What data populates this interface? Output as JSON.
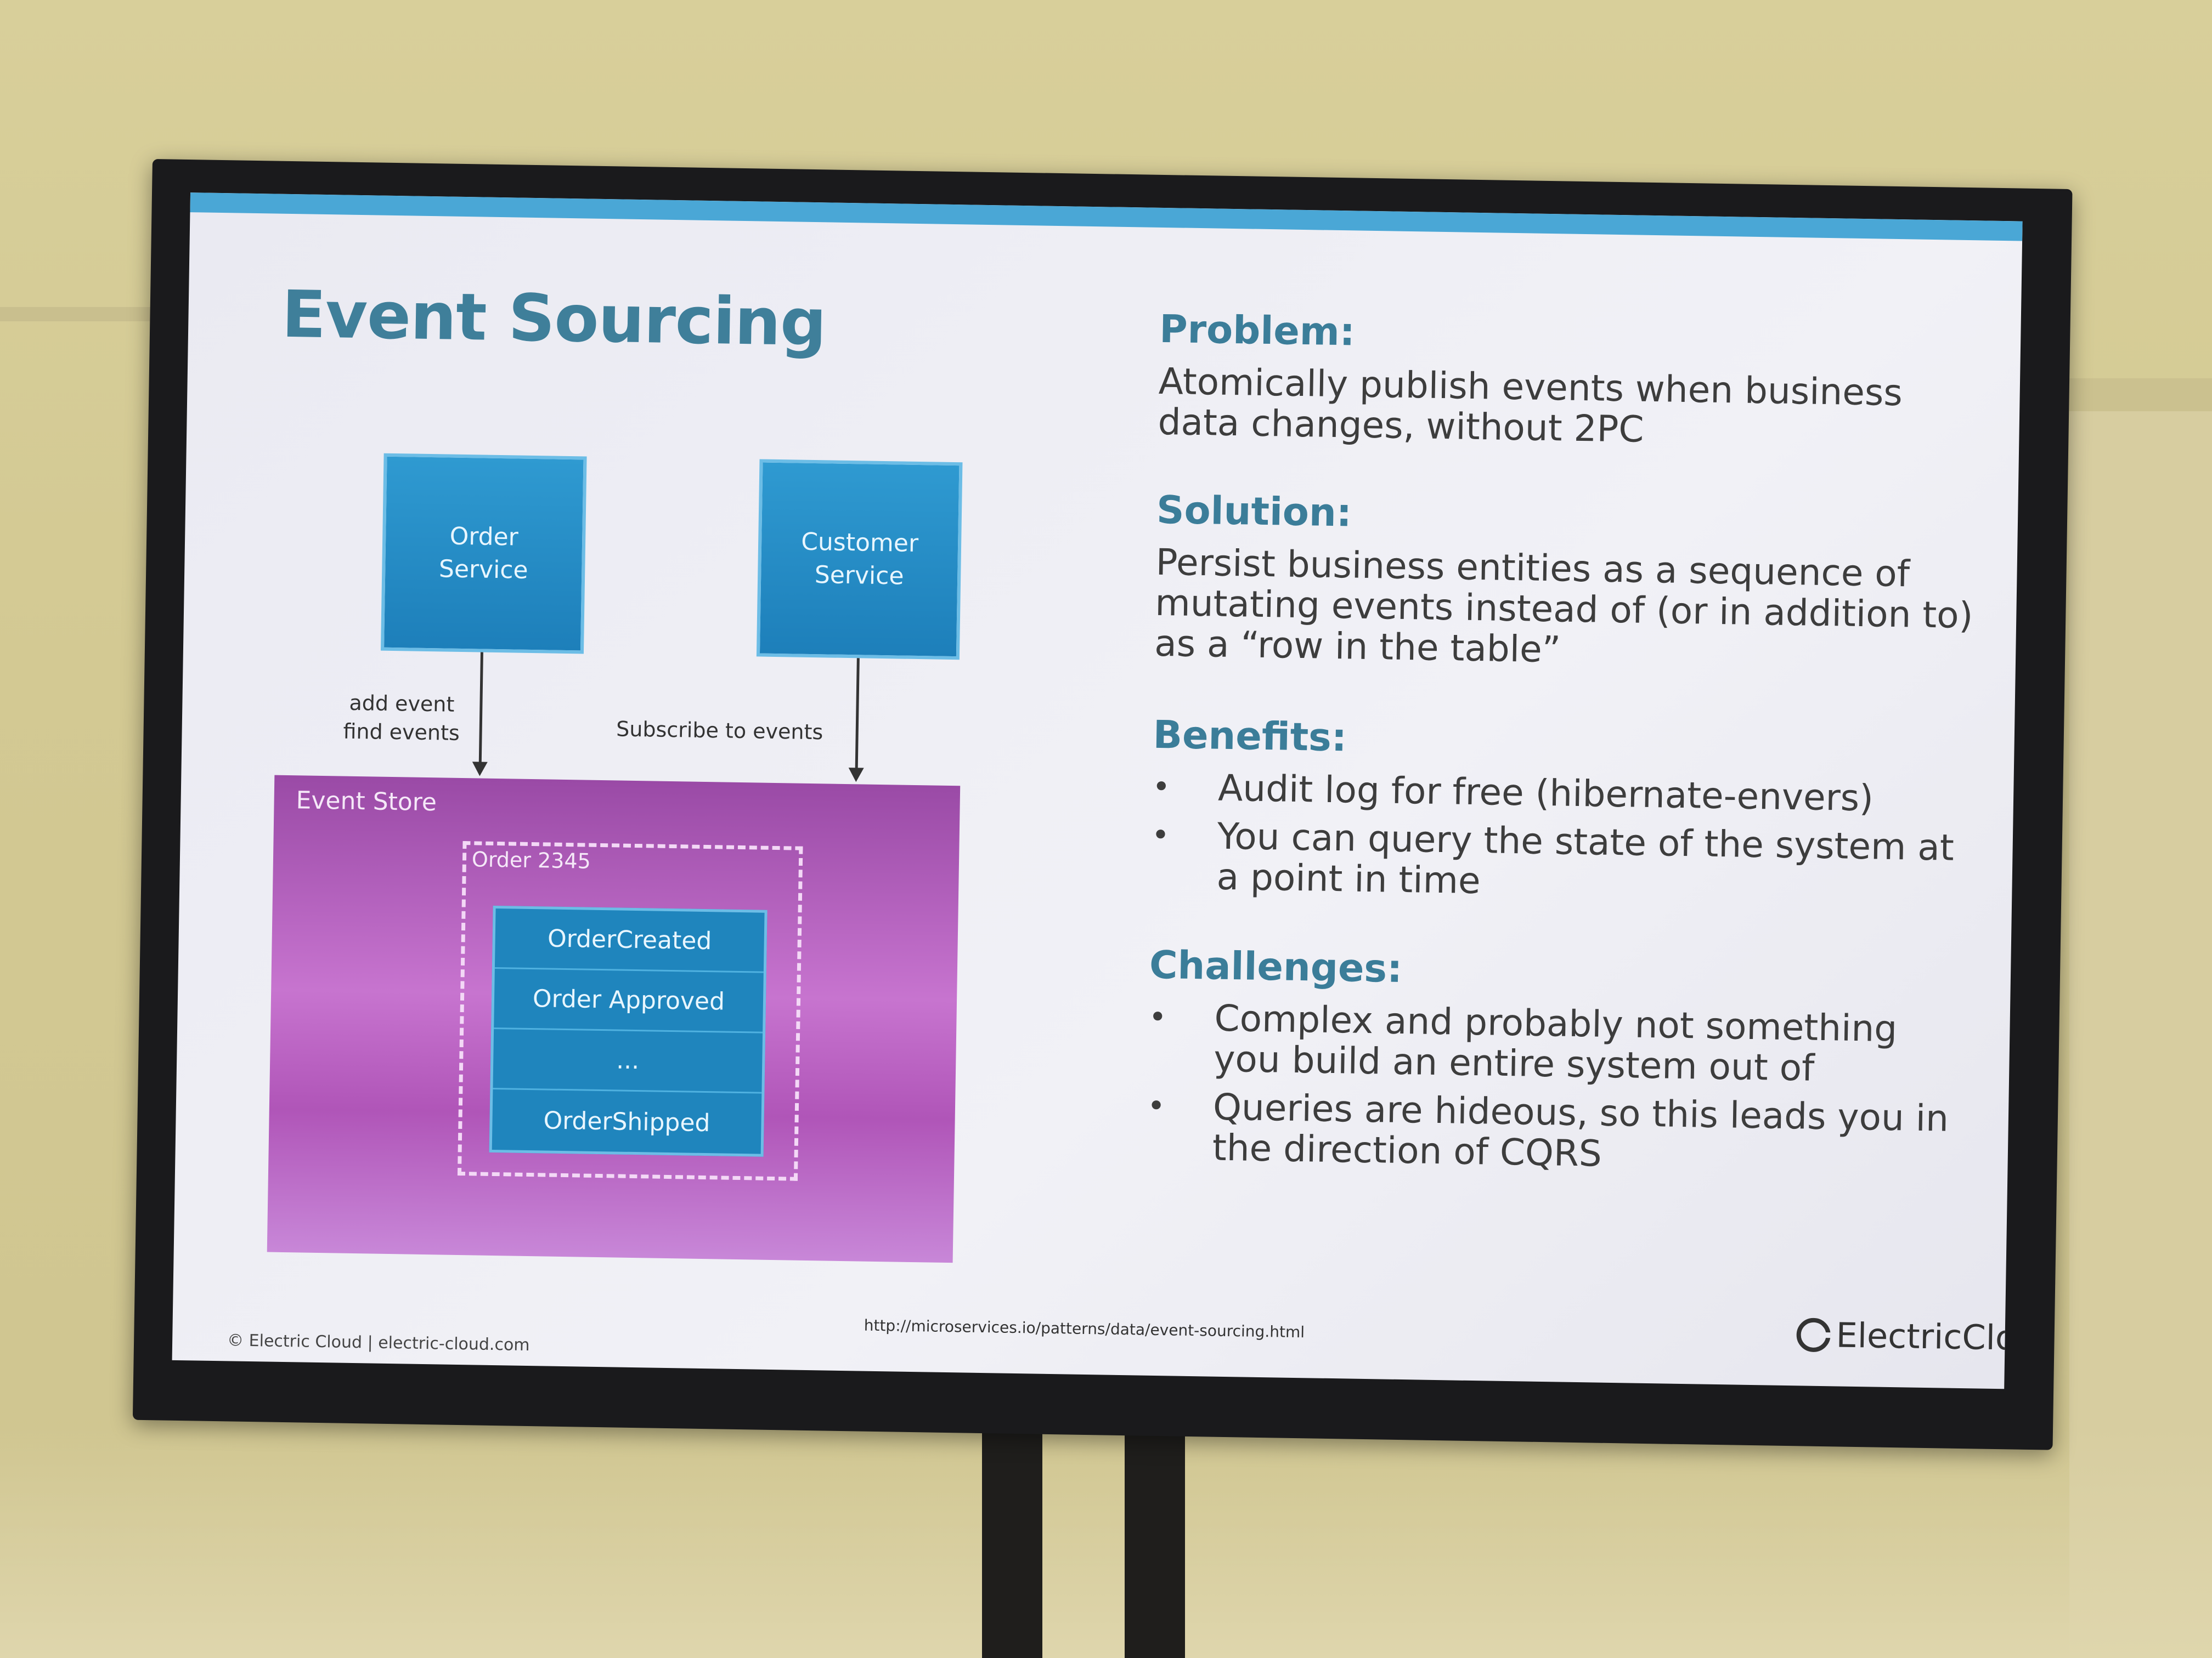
{
  "slide": {
    "title": "Event Sourcing",
    "diagram": {
      "order_service": "Order\nService",
      "customer_service": "Customer\nService",
      "arrow_left_label": "add event\nfind events",
      "arrow_right_label": "Subscribe to events",
      "event_store_label": "Event Store",
      "order_label": "Order 2345",
      "events": [
        "OrderCreated",
        "Order Approved",
        "...",
        "OrderShipped"
      ]
    },
    "problem": {
      "heading": "Problem:",
      "text": "Atomically publish events when business data changes, without 2PC"
    },
    "solution": {
      "heading": "Solution:",
      "text": "Persist business entities as a sequence of mutating events instead of (or in addition to) as a “row in the table”"
    },
    "benefits": {
      "heading": "Benefits:",
      "items": [
        "Audit log for free (hibernate-envers)",
        "You can query the state of the system at a point in time"
      ]
    },
    "challenges": {
      "heading": "Challenges:",
      "items": [
        "Complex and probably not something you build an entire system out of",
        "Queries are hideous, so this leads you in the direction of CQRS"
      ]
    },
    "footer": {
      "left": "© Electric Cloud  |  electric-cloud.com",
      "url": "http://microservices.io/patterns/data/event-sourcing.html",
      "logo": "ElectricCloud"
    }
  }
}
